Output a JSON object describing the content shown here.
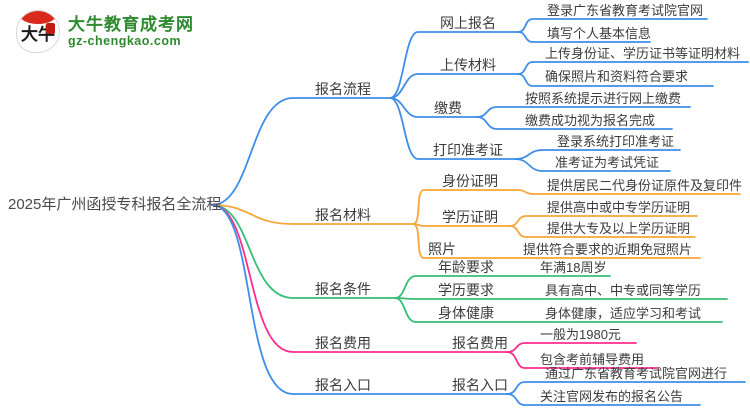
{
  "logo": {
    "icon_text": "大牛",
    "site_name": "大牛教育成考网",
    "domain": "gz-chengkao.com"
  },
  "root": {
    "title": "2025年广州函授专科报名全流程"
  },
  "palette": {
    "blue": "#3E8EE8",
    "orange": "#F6A63B",
    "green": "#35BE77",
    "pink": "#FF2E8C",
    "text": "#3c3c3c",
    "logo_green": "#2f8a2f"
  },
  "branches": [
    {
      "label": "报名流程",
      "color": "#3E8EE8",
      "children": [
        {
          "label": "网上报名",
          "leaves": [
            "登录广东省教育考试院官网",
            "填写个人基本信息"
          ]
        },
        {
          "label": "上传材料",
          "leaves": [
            "上传身份证、学历证书等证明材料",
            "确保照片和资料符合要求"
          ]
        },
        {
          "label": "缴费",
          "leaves": [
            "按照系统提示进行网上缴费",
            "缴费成功视为报名完成"
          ]
        },
        {
          "label": "打印准考证",
          "leaves": [
            "登录系统打印准考证",
            "准考证为考试凭证"
          ]
        }
      ]
    },
    {
      "label": "报名材料",
      "color": "#F6A63B",
      "children": [
        {
          "label": "身份证明",
          "leaves": [
            "提供居民二代身份证原件及复印件"
          ]
        },
        {
          "label": "学历证明",
          "leaves": [
            "提供高中或中专学历证明",
            "提供大专及以上学历证明"
          ]
        },
        {
          "label": "照片",
          "leaves": [
            "提供符合要求的近期免冠照片"
          ]
        }
      ]
    },
    {
      "label": "报名条件",
      "color": "#35BE77",
      "children": [
        {
          "label": "年龄要求",
          "leaves": [
            "年满18周岁"
          ]
        },
        {
          "label": "学历要求",
          "leaves": [
            "具有高中、中专或同等学历"
          ]
        },
        {
          "label": "身体健康",
          "leaves": [
            "身体健康，适应学习和考试"
          ]
        }
      ]
    },
    {
      "label": "报名费用",
      "color": "#FF2E8C",
      "children": [
        {
          "label": "报名费用",
          "leaves": [
            "一般为1980元",
            "包含考前辅导费用"
          ]
        }
      ]
    },
    {
      "label": "报名入口",
      "color": "#3E8EE8",
      "children": [
        {
          "label": "报名入口",
          "leaves": [
            "通过广东省教育考试院官网进行",
            "关注官网发布的报名公告"
          ]
        }
      ]
    }
  ]
}
